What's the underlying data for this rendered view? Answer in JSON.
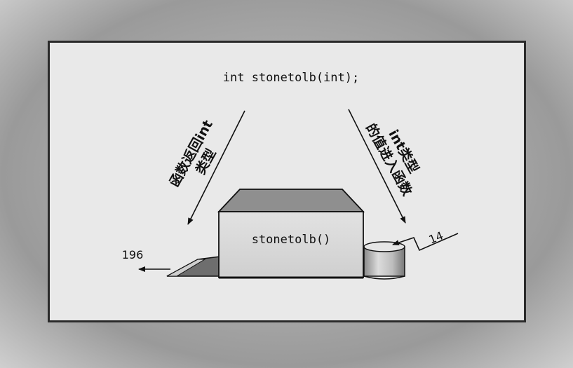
{
  "prototype": "int stonetolb(int);",
  "box_label": "stonetolb()",
  "left_annotation": {
    "line1": "函数返回int",
    "line2": "类型"
  },
  "right_annotation": {
    "line1": "int类型",
    "line2": "的值进入函数"
  },
  "input_value": "14",
  "output_value": "196"
}
